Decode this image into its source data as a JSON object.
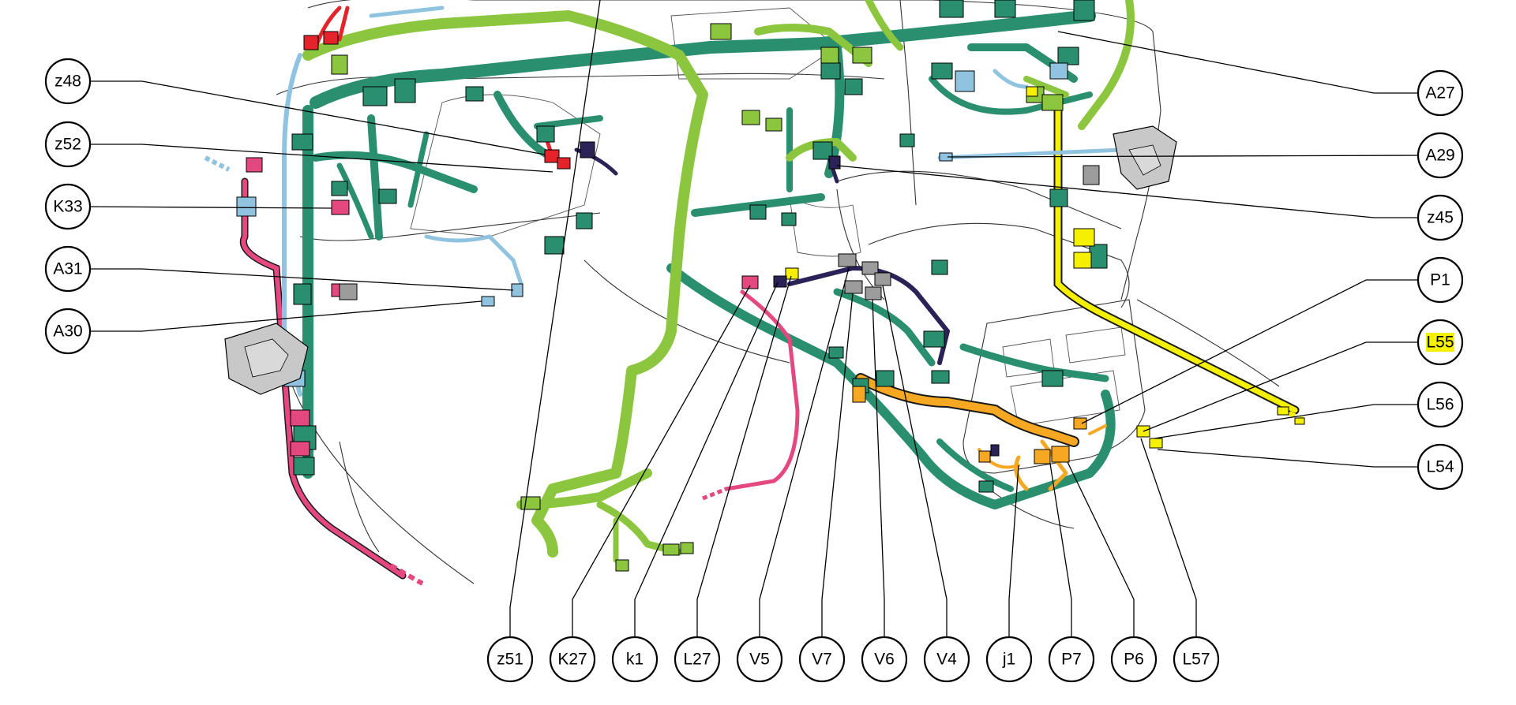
{
  "callouts_left": [
    "z48",
    "z52",
    "K33",
    "A31",
    "A30"
  ],
  "callouts_right": [
    "A27",
    "A29",
    "z45",
    "P1",
    "L55",
    "L56",
    "L54"
  ],
  "callouts_bottom": [
    "z51",
    "K27",
    "k1",
    "L27",
    "V5",
    "V7",
    "V6",
    "V4",
    "j1",
    "P7",
    "P6",
    "L57"
  ],
  "highlighted_callout": "L55",
  "colors": {
    "harness_dark_green": "#2a8f6e",
    "harness_light_green": "#8cc63f",
    "harness_yellow": "#f5f000",
    "harness_orange": "#f7a823",
    "harness_pink": "#e5477f",
    "harness_red": "#e5232b",
    "harness_light_blue": "#8fc3e0",
    "harness_navy": "#2b2358",
    "connector_gray": "#9c9c9c",
    "highlight": "#f5f000"
  }
}
